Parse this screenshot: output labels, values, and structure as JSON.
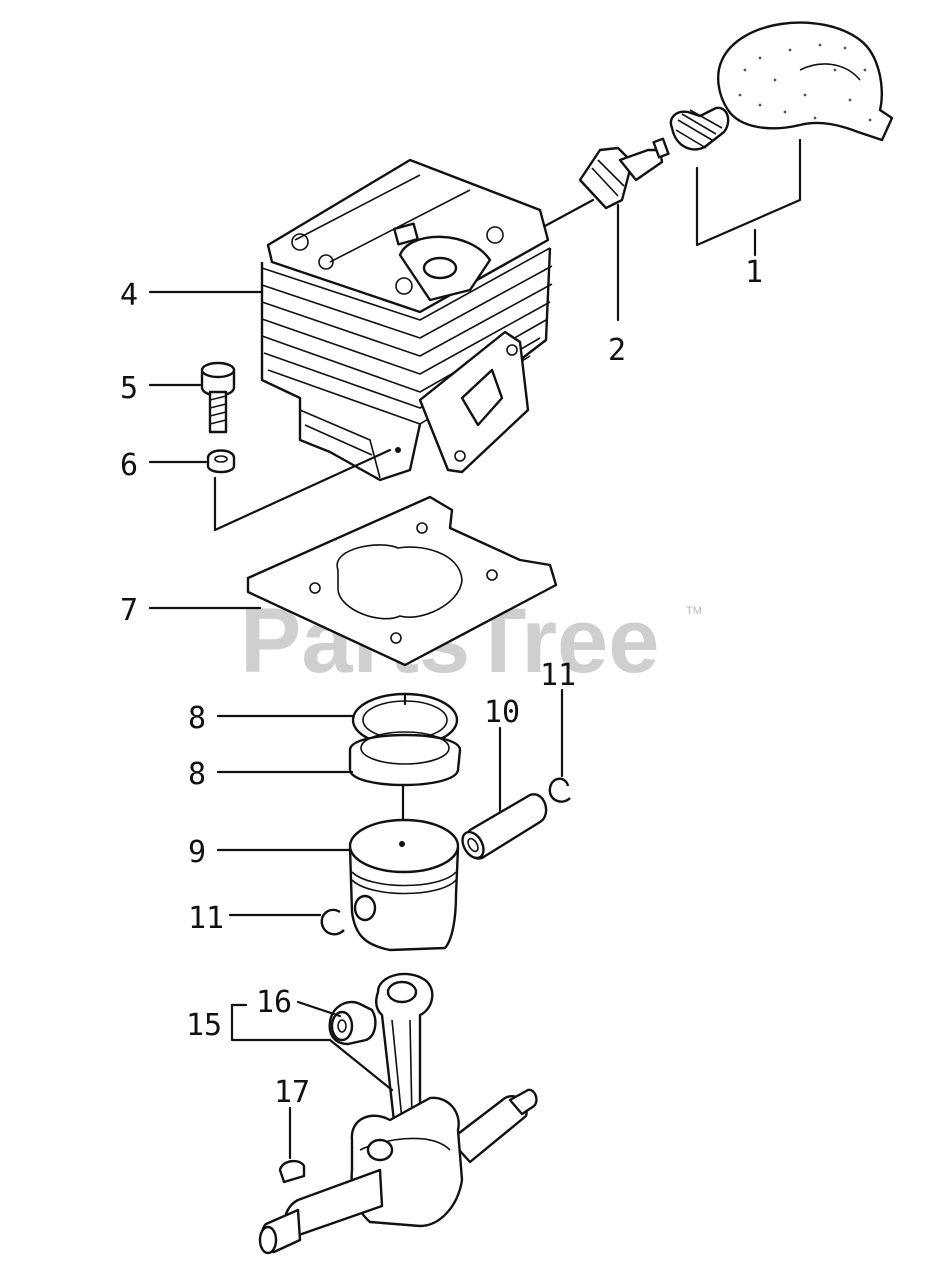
{
  "watermark": {
    "text": "PartsTree",
    "trademark": "TM"
  },
  "callouts": [
    {
      "id": "1",
      "label": "1"
    },
    {
      "id": "2",
      "label": "2"
    },
    {
      "id": "4",
      "label": "4"
    },
    {
      "id": "5",
      "label": "5"
    },
    {
      "id": "6",
      "label": "6"
    },
    {
      "id": "7",
      "label": "7"
    },
    {
      "id": "8a",
      "label": "8"
    },
    {
      "id": "8b",
      "label": "8"
    },
    {
      "id": "9",
      "label": "9"
    },
    {
      "id": "10",
      "label": "10"
    },
    {
      "id": "11a",
      "label": "11"
    },
    {
      "id": "11b",
      "label": "11"
    },
    {
      "id": "15",
      "label": "15"
    },
    {
      "id": "16",
      "label": "16"
    },
    {
      "id": "17",
      "label": "17"
    }
  ]
}
